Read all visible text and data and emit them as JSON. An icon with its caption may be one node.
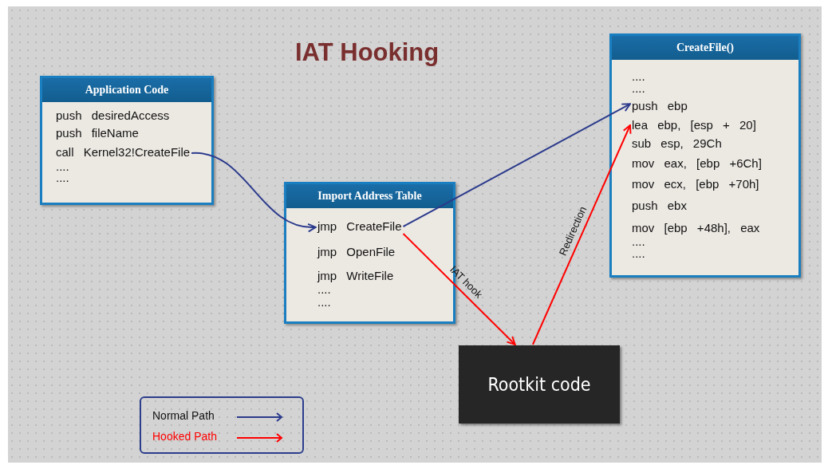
{
  "diagram": {
    "title": "IAT Hooking",
    "nodes": [
      {
        "text": [
          "Application Code"
        ]
      },
      {
        "text": [
          "push desiredAccess"
        ],
        "in": 0
      },
      {
        "text": [
          "push fileName"
        ],
        "in": 0
      },
      {
        "text": [
          "call Kernel32!CreateFile"
        ],
        "in": 0
      },
      {
        "text": [
          "...."
        ],
        "in": 0
      },
      {
        "text": [
          "...."
        ],
        "in": 0
      },
      {
        "text": [
          "Import Address Table"
        ]
      },
      {
        "text": [
          "jmp CreateFile"
        ],
        "in": 6
      },
      {
        "text": [
          "jmp OpenFile"
        ],
        "in": 6
      },
      {
        "text": [
          "jmp WriteFile"
        ],
        "in": 6
      },
      {
        "text": [
          "...."
        ],
        "in": 6
      },
      {
        "text": [
          "...."
        ],
        "in": 6
      },
      {
        "text": [
          "CreateFile()"
        ]
      },
      {
        "text": [
          "...."
        ],
        "in": 12
      },
      {
        "text": [
          "...."
        ],
        "in": 12
      },
      {
        "text": [
          "push ebp"
        ],
        "in": 12
      },
      {
        "text": [
          "lea ebp, [esp + 20]"
        ],
        "in": 12
      },
      {
        "text": [
          "sub esp, 29Ch"
        ],
        "in": 12
      },
      {
        "text": [
          "mov eax, [ebp +6Ch]"
        ],
        "in": 12
      },
      {
        "text": [
          "mov ecx, [ebp +70h]"
        ],
        "in": 12
      },
      {
        "text": [
          "push ebx"
        ],
        "in": 12
      },
      {
        "text": [
          "mov [ebp +48h], eax"
        ],
        "in": 12
      },
      {
        "text": [
          "...."
        ],
        "in": 12
      },
      {
        "text": [
          "...."
        ],
        "in": 12
      },
      {
        "text": [
          "Rootkit code"
        ]
      }
    ],
    "edges": [
      {
        "from": 3,
        "to": 7,
        "arrow": "to"
      },
      {
        "from": 7,
        "to": 15,
        "arrow": "to"
      },
      {
        "from": 7,
        "to": 24,
        "arrow": "to",
        "label": "IAT hook",
        "color": "#ff0000"
      },
      {
        "from": 24,
        "to": 16,
        "arrow": "to",
        "label": "Redirection",
        "color": "#ff0000"
      }
    ],
    "legend": [
      {
        "text": "Normal Path"
      },
      {
        "text": "Hooked Path"
      }
    ]
  }
}
